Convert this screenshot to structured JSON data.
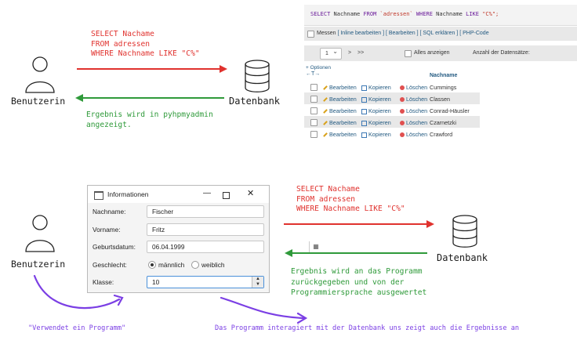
{
  "top": {
    "user_label": "Benutzerin",
    "db_label": "Datenbank",
    "query_lines": [
      "SELECT Nachame",
      "FROM adressen",
      "WHERE Nachname LIKE \"C%\""
    ],
    "result_lines": [
      "Ergebnis wird in pyhpmyadmin",
      "angezeigt."
    ]
  },
  "pma": {
    "sql_parts": {
      "select": "SELECT",
      "col": " Nachname ",
      "from": "FROM",
      "table": " `adressen` ",
      "where": "WHERE",
      "col2": " Nachname ",
      "like": "LIKE",
      "pattern": " \"C%\";"
    },
    "messen": "Messen",
    "action_links": "[ Inline bearbeiten ] [ Bearbeiten ] [ SQL erklären ] [ PHP-Code",
    "page_value": "1",
    "nav_next": ">",
    "nav_last": ">>",
    "alles_anzeigen": "Alles anzeigen",
    "anzahl": "Anzahl der Datensätze:",
    "optionen": "+ Optionen",
    "t_arrows": "←T→",
    "column_header": "Nachname",
    "row_actions": {
      "edit": "Bearbeiten",
      "copy": "Kopieren",
      "delete": "Löschen"
    },
    "rows": [
      "Cummings",
      "Classen",
      "Conrad-Häusler",
      "Czarnetzki",
      "Crawford"
    ],
    "colors": {
      "row_alt": "#e8e8e8",
      "row": "#ffffff",
      "link": "#235a81"
    }
  },
  "dialog": {
    "title": "Informationen",
    "min": "—",
    "close": "✕",
    "fields": {
      "nachname_label": "Nachname:",
      "nachname_value": "Fischer",
      "vorname_label": "Vorname:",
      "vorname_value": "Fritz",
      "geburt_label": "Geburtsdatum:",
      "geburt_value": "06.04.1999",
      "geschlecht_label": "Geschlecht:",
      "maennlich": "männlich",
      "weiblich": "weiblich",
      "klasse_label": "Klasse:",
      "klasse_value": "10"
    }
  },
  "bottom": {
    "user_label": "Benutzerin",
    "db_label": "Datenbank",
    "query_lines": [
      "SELECT Nachame",
      "FROM adressen",
      "WHERE Nachname LIKE \"C%\""
    ],
    "result_lines": [
      "Ergebnis wird an das Programm",
      "zurückgegeben und von der",
      "Programmiersprache ausgewertet"
    ],
    "uses_program": "\"Verwendet ein Programm\"",
    "program_interacts": "Das Programm interagiert mit der Datenbank uns zeigt auch die Ergebnisse an"
  },
  "colors": {
    "red": "#e0322e",
    "green": "#2f9a3a",
    "purple": "#7b3fe4"
  }
}
